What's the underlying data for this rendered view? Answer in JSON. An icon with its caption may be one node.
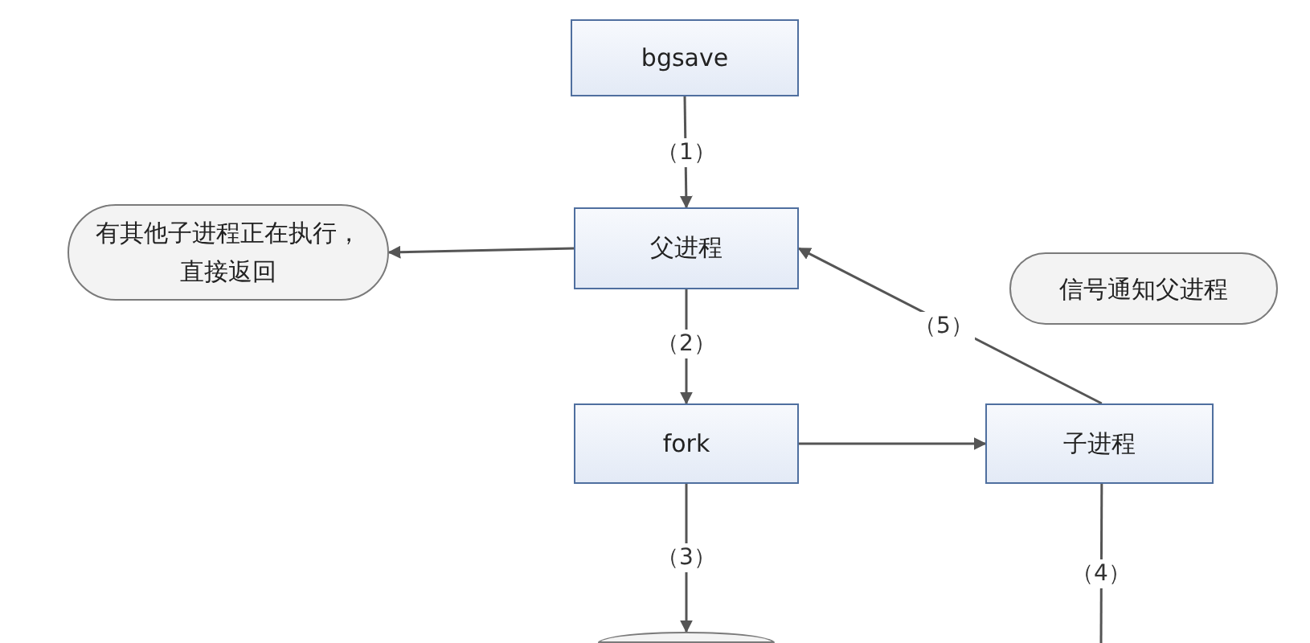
{
  "diagram": {
    "nodes": [
      {
        "text": [
          "bgsave"
        ]
      },
      {
        "text": [
          "有其他子进程正在执行，直接返回"
        ]
      },
      {
        "text": [
          "父进程"
        ]
      },
      {
        "text": [
          "fork"
        ]
      },
      {
        "text": [
          "子进程"
        ]
      },
      {
        "text": [
          "信号通知父进程"
        ]
      },
      {
        "text": [],
        "shape": "circle"
      }
    ],
    "edges": [
      {
        "from": 0,
        "to": 2,
        "arrow": "to",
        "label": "（1）"
      },
      {
        "from": 2,
        "to": 1,
        "arrow": "to"
      },
      {
        "from": 2,
        "to": 3,
        "arrow": "to",
        "label": "（2）"
      },
      {
        "from": 3,
        "to": 4,
        "arrow": "to"
      },
      {
        "from": 4,
        "to": 2,
        "arrow": "to",
        "label": "（5）"
      },
      {
        "from": 3,
        "to": 6,
        "arrow": "to",
        "label": "（3）"
      },
      {
        "from": 4,
        "to": null,
        "arrow": "none",
        "label": "（4）"
      }
    ]
  }
}
